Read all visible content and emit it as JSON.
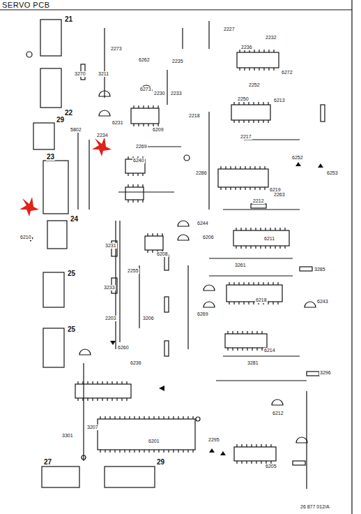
{
  "diagram": {
    "title": "SERVO PCB",
    "labels": [
      "21",
      "22",
      "29",
      "23",
      "24",
      "25",
      "25",
      "27",
      "29",
      "2227",
      "2232",
      "2236",
      "6272",
      "2273",
      "6262",
      "3270",
      "3211",
      "2235",
      "6273",
      "2230",
      "2233",
      "2252",
      "6213",
      "6209",
      "6231",
      "2218",
      "2250",
      "2217",
      "2269",
      "2286",
      "2234",
      "5802",
      "6240",
      "6219",
      "6252",
      "6253",
      "2212",
      "2263",
      "6244",
      "6211",
      "6208",
      "3231",
      "6206",
      "2255",
      "3261",
      "3285",
      "6218",
      "6269",
      "6243",
      "6214",
      "3233",
      "2203",
      "3206",
      "6260",
      "6236",
      "3281",
      "3296",
      "6212",
      "6201",
      "3301",
      "3207",
      "6205",
      "2295",
      "6210",
      "26 877 012/A"
    ]
  }
}
